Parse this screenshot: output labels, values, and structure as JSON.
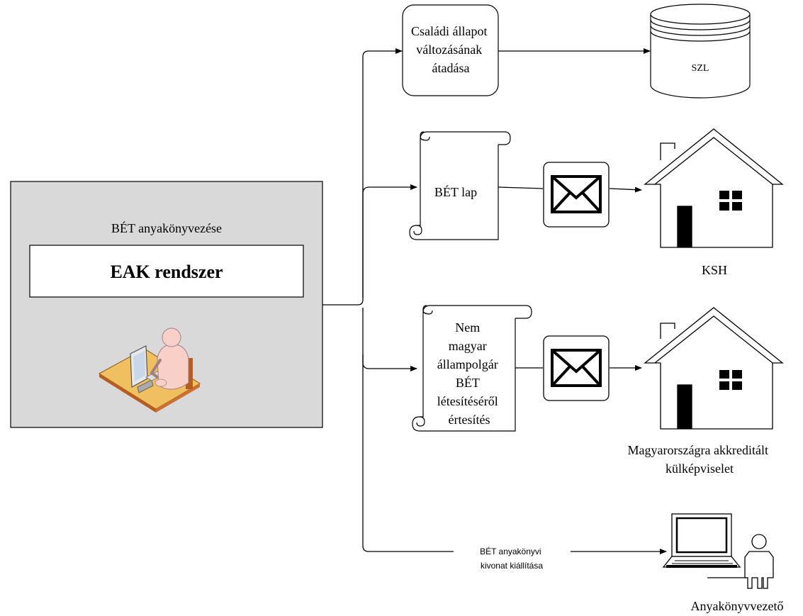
{
  "system": {
    "caption": "BÉT anyakönyvezése",
    "name": "EAK rendszer"
  },
  "nodes": {
    "family_status": {
      "lines": [
        "Családi állapot",
        "változásának",
        "átadása"
      ]
    },
    "szl": {
      "label": "SZL"
    },
    "bet_lap": {
      "label": "BÉT lap"
    },
    "ksh": {
      "label": "KSH"
    },
    "nem_magyar": {
      "lines": [
        "Nem",
        "magyar",
        "állampolgár",
        "BÉT",
        "létesítéséről",
        "értesítés"
      ]
    },
    "kulkepviselet": {
      "lines": [
        "Magyarországra akkreditált",
        "külképviselet"
      ]
    },
    "kivonat": {
      "lines": [
        "BÉT anyakönyvi",
        "kivonat kiállítása"
      ]
    },
    "anyakonyvvezeto": {
      "label": "Anyakönyvvezető"
    }
  },
  "icons": {
    "worker": "person-at-computer-icon",
    "database": "database-cylinder-icon",
    "document": "scroll-document-icon",
    "envelope": "envelope-icon",
    "house": "house-icon",
    "laptop": "laptop-icon",
    "person": "person-icon"
  },
  "colors": {
    "system_fill": "#d9d9d9",
    "stroke": "#000000",
    "worker_skin": "#f8d0c8",
    "desk": "#f0c060",
    "desk_edge": "#b85c20"
  }
}
